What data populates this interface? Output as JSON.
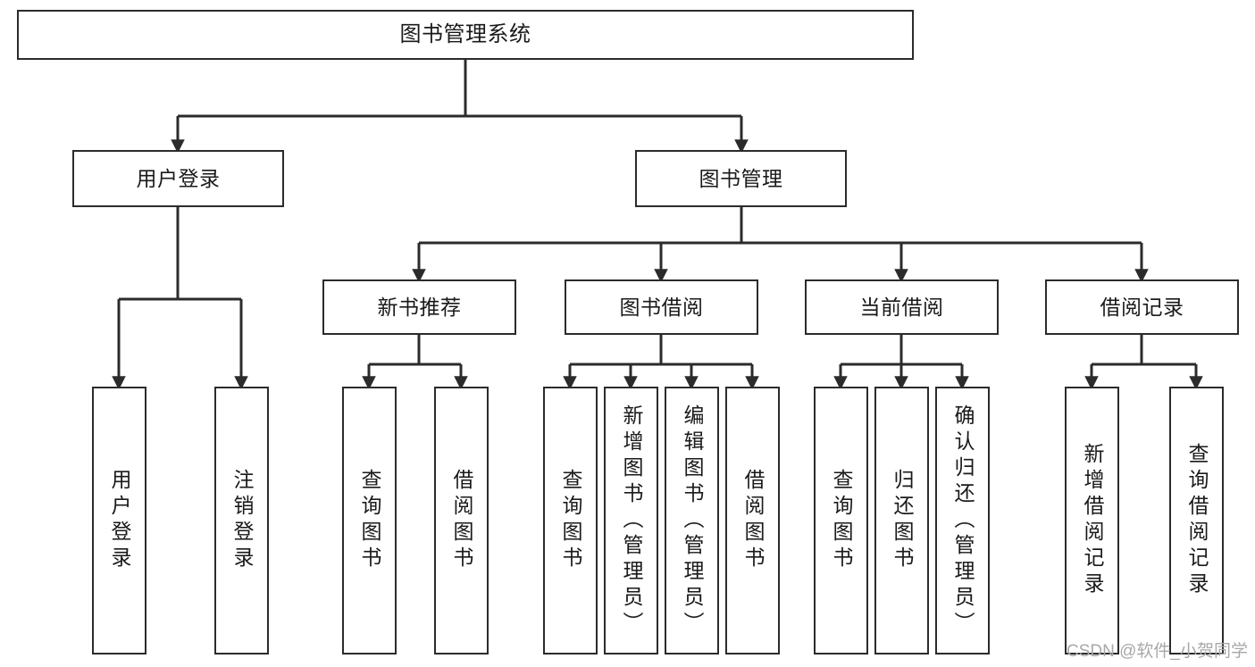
{
  "diagram": {
    "title": "图书管理系统",
    "type": "hierarchy-tree",
    "root": {
      "label": "图书管理系统"
    },
    "level1": [
      {
        "label": "用户登录"
      },
      {
        "label": "图书管理"
      }
    ],
    "level2": [
      {
        "label": "新书推荐"
      },
      {
        "label": "图书借阅"
      },
      {
        "label": "当前借阅"
      },
      {
        "label": "借阅记录"
      }
    ],
    "leaves": {
      "user_login": [
        {
          "label": "用户登录"
        },
        {
          "label": "注销登录"
        }
      ],
      "new_book_recommend": [
        {
          "label": "查询图书"
        },
        {
          "label": "借阅图书"
        }
      ],
      "book_borrow": [
        {
          "label": "查询图书"
        },
        {
          "label": "新增图书（管理员）"
        },
        {
          "label": "编辑图书（管理员）"
        },
        {
          "label": "借阅图书"
        }
      ],
      "current_borrow": [
        {
          "label": "查询图书"
        },
        {
          "label": "归还图书"
        },
        {
          "label": "确认归还（管理员）"
        }
      ],
      "borrow_record": [
        {
          "label": "新增借阅记录"
        },
        {
          "label": "查询借阅记录"
        }
      ]
    }
  },
  "watermark": {
    "text": "CSDN @软件_小贺同学"
  },
  "colors": {
    "border": "#2b2b2b",
    "text": "#1a1a1a",
    "background": "#ffffff",
    "connector": "#2b2b2b",
    "watermark": "#a8a8a8"
  }
}
